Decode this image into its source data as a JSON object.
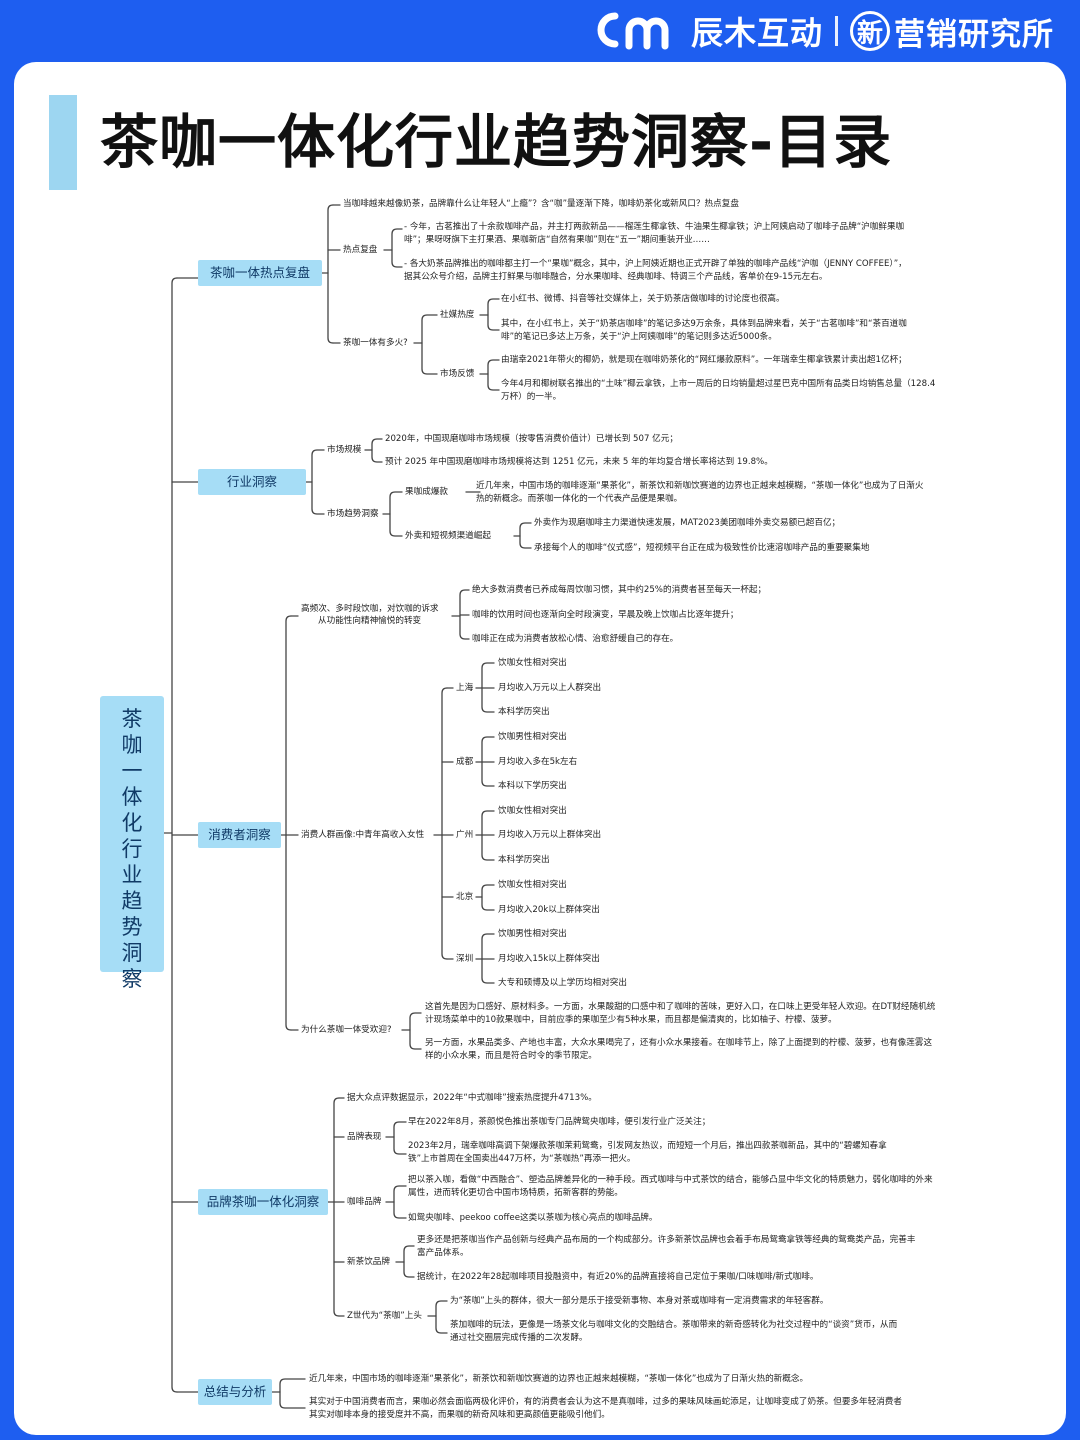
{
  "brand": {
    "company": "辰木互动",
    "circle_char": "新",
    "institute": "营销研究所"
  },
  "title": "茶咖一体化行业趋势洞察-目录",
  "root_label": "茶咖一体化行业趋势洞察",
  "s1": {
    "label": "茶咖一体热点复盘",
    "q1": "当咖啡越来越像奶茶，品牌靠什么让年轻人“上瘾”？含“咖”量逐渐下降，咖啡奶茶化或新风口？热点复盘",
    "hot_label": "热点复盘",
    "hot_1": "- 今年，古茗推出了十余款咖啡产品，并主打两款新品——榴莲生椰拿铁、牛油果生椰拿铁；沪上阿姨启动了咖啡子品牌“沪咖鲜果咖啡”；果呀呀旗下主打果酒、果咖新店“自然有果咖”则在“五一”期间重装开业……",
    "hot_2": "- 各大奶茶品牌推出的咖啡都主打一个“果咖”概念，其中，沪上阿姨近期也正式开辟了单独的咖啡产品线“沪咖（JENNY COFFEE）”，据其公众号介绍，品牌主打鲜果与咖啡融合，分水果咖啡、经典咖啡、特调三个产品线，客单价在9-15元左右。",
    "howhot_label": "茶咖一体有多火?",
    "social_label": "社媒热度",
    "social_1": "在小红书、微博、抖音等社交媒体上，关于奶茶店做咖啡的讨论度也很高。",
    "social_2": "其中，在小红书上，关于“奶茶店咖啡”的笔记多达9万余条，具体到品牌来看，关于“古茗咖啡”和“茶百道咖啡”的笔记已多达上万条，关于“沪上阿姨咖啡”的笔记则多达近5000条。",
    "market_label": "市场反馈",
    "market_1": "由瑞幸2021年带火的椰奶，就是现在咖啡奶茶化的“网红爆款原料”。一年瑞幸生椰拿铁累计卖出超1亿杯；",
    "market_2": "今年4月和椰树联名推出的“土味”椰云拿铁，上市一周后的日均销量超过星巴克中国所有品类日均销售总量（128.4万杯）的一半。"
  },
  "s2": {
    "label": "行业洞察",
    "scale_label": "市场规模",
    "scale_1": "2020年，中国现磨咖啡市场规模（按零售消费价值计）已增长到 507 亿元；",
    "scale_2": "预计 2025 年中国现磨咖啡市场规模将达到 1251 亿元，未来 5 年的年均复合增长率将达到 19.8%。",
    "trend_label": "市场趋势洞察",
    "fruit_label": "果咖成爆款",
    "fruit_1": "近几年来，中国市场的咖啡逐渐“果茶化”，新茶饮和新咖饮赛道的边界也正越来越模糊，“茶咖一体化”也成为了日渐火热的新概念。而茶咖一体化的一个代表产品便是果咖。",
    "channel_label": "外卖和短视频渠道崛起",
    "channel_1": "外卖作为现磨咖啡主力渠道快速发展，MAT2023美团咖啡外卖交易额已超百亿；",
    "channel_2": "承接每个人的咖啡“仪式感”，短视频平台正在成为极致性价比速溶咖啡产品的重要聚集地"
  },
  "s3": {
    "label": "消费者洞察",
    "freq_label_1": "高频次、多时段饮咖，对饮咖的诉求",
    "freq_label_2": "从功能性向精神愉悦的转变",
    "freq_1": "绝大多数消费者已养成每周饮咖习惯，其中约25%的消费者甚至每天一杯起；",
    "freq_2": "咖啡的饮用时间也逐渐向全时段演变，早晨及晚上饮咖占比逐年提升；",
    "freq_3": "咖啡正在成为消费者放松心情、治愈舒缓自己的存在。",
    "persona_label": "消费人群画像:中青年高收入女性",
    "cities": [
      {
        "name": "上海",
        "items": [
          "饮咖女性相对突出",
          "月均收入万元以上人群突出",
          "本科学历突出"
        ]
      },
      {
        "name": "成都",
        "items": [
          "饮咖男性相对突出",
          "月均收入多在5k左右",
          "本科以下学历突出"
        ]
      },
      {
        "name": "广州",
        "items": [
          "饮咖女性相对突出",
          "月均收入万元以上群体突出",
          "本科学历突出"
        ]
      },
      {
        "name": "北京",
        "items": [
          "饮咖女性相对突出",
          "月均收入20k以上群体突出"
        ]
      },
      {
        "name": "深圳",
        "items": [
          "饮咖男性相对突出",
          "月均收入15k以上群体突出",
          "大专和硕博及以上学历均相对突出"
        ]
      }
    ],
    "why_label": "为什么茶咖一体受欢迎?",
    "why_1": "这首先是因为口感好、原材料多。一方面，水果酸甜的口感中和了咖啡的苦味，更好入口，在口味上更受年轻人欢迎。在DT财经随机统计现场菜单中的10款果咖中，目前应季的果咖至少有5种水果，而且都是偏清爽的，比如柚子、柠檬、菠萝。",
    "why_2": "另一方面，水果品类多、产地也丰富，大众水果喝完了，还有小众水果接着。在咖啡节上，除了上面提到的柠檬、菠萝，也有像莲雾这样的小众水果，而且是符合时令的季节限定。"
  },
  "s4": {
    "label": "品牌茶咖一体化洞察",
    "dz": "据大众点评数据显示，2022年“中式咖啡”搜索热度提升4713%。",
    "perf_label": "品牌表现",
    "perf_1": "早在2022年8月，茶颜悦色推出茶咖专门品牌鸳央咖啡，便引发行业广泛关注；",
    "perf_2": "2023年2月，瑞幸咖啡高调下架爆款茶咖茉莉鸳鸯，引发网友热议，而短短一个月后，推出四款茶咖新品，其中的“碧螺知春拿铁”上市首周在全国卖出447万杯，为“茶咖热”再添一把火。",
    "coffee_label": "咖啡品牌",
    "coffee_1": "把以茶入咖，看做“中西融合”、塑造品牌差异化的一种手段。西式咖啡与中式茶饮的结合，能够凸显中华文化的特质魅力，弱化咖啡的外来属性，进而转化更切合中国市场特质，拓新客群的势能。",
    "coffee_2": "如鸳央咖啡、peekoo coffee这类以茶咖为核心亮点的咖啡品牌。",
    "tea_label": "新茶饮品牌",
    "tea_1": "更多还是把茶咖当作产品创新与经典产品布局的一个构成部分。许多新茶饮品牌也会着手布局鸳鸯拿铁等经典的鸳鸯类产品，完善丰富产品体系。",
    "tea_2": "据统计，在2022年28起咖啡项目投融资中，有近20%的品牌直接将自己定位于果咖/口味咖啡/新式咖啡。",
    "z_label": "Z世代为“茶咖”上头",
    "z_1": "为“茶咖”上头的群体，很大一部分是乐于接受新事物、本身对茶或咖啡有一定消费需求的年轻客群。",
    "z_2": "茶加咖啡的玩法，更像是一场茶文化与咖啡文化的交融结合。茶咖带来的新奇感转化为社交过程中的“谈资”货币，从而通过社交圈层完成传播的二次发酵。"
  },
  "s5": {
    "label": "总结与分析",
    "sum_1": "近几年来，中国市场的咖啡逐渐“果茶化”，新茶饮和新咖饮赛道的边界也正越来越模糊，“茶咖一体化”也成为了日渐火热的新概念。",
    "sum_2": "其实对于中国消费者而言，果咖必然会面临两极化评价，有的消费者会认为这不是真咖啡，过多的果味风味画蛇添足，让咖啡变成了奶茶。但要多年轻消费者其实对咖啡本身的接受度并不高，而果咖的新奇风味和更高颜值更能吸引他们。"
  }
}
